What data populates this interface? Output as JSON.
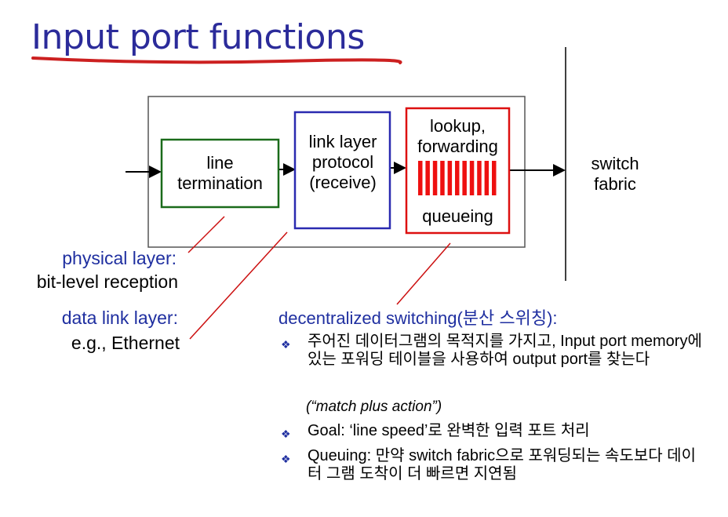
{
  "title": "Input port functions",
  "blocks": {
    "line_termination": "line termination",
    "link_layer": "link layer protocol (receive)",
    "lookup": "lookup, forwarding",
    "queueing": "queueing"
  },
  "switch_fabric": "switch fabric",
  "left_labels": {
    "physical_layer": "physical layer:",
    "bit_level": "bit-level reception",
    "data_link_layer": "data link layer:",
    "ethernet": "e.g., Ethernet"
  },
  "decentralized": {
    "heading": "decentralized switching(분산 스위칭):",
    "bullets": [
      "주어진 데이터그램의 목적지를 가지고, Input port memory에 있는 포워딩 테이블을 사용하여 output port를 찾는다",
      "Goal: ‘line speed’로 완벽한 입력 포트 처리",
      "Queuing: 만약 switch fabric으로 포워딩되는 속도보다 데이터 그램 도착이 더 빠르면 지연됨"
    ],
    "match_note": "(“match plus action”)"
  },
  "colors": {
    "title": "#2b2b9a",
    "underline": "#cc2020",
    "green_box": "#1a6b1a",
    "blue_box": "#2a2ab0",
    "red_box": "#dd1010",
    "label_blue": "#1f2fa0"
  }
}
